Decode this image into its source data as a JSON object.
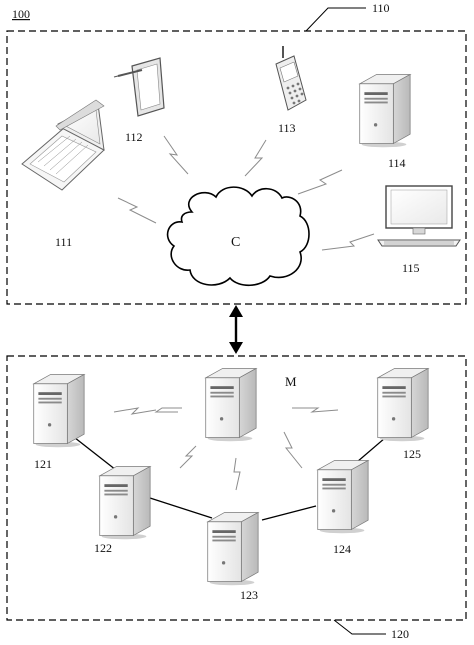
{
  "figure_label": "100",
  "groups": {
    "top": {
      "callout": "110"
    },
    "bottom": {
      "callout": "120"
    }
  },
  "cloud": {
    "label": "C"
  },
  "terminals": {
    "laptop": {
      "label": "111",
      "icon": "laptop-icon"
    },
    "tablet": {
      "label": "112",
      "icon": "tablet-icon"
    },
    "phone": {
      "label": "113",
      "icon": "mobile-phone-icon"
    },
    "server": {
      "label": "114",
      "icon": "server-icon"
    },
    "desktop": {
      "label": "115",
      "icon": "desktop-computer-icon"
    }
  },
  "servers": {
    "s121": {
      "label": "121"
    },
    "s122": {
      "label": "122"
    },
    "s123": {
      "label": "123"
    },
    "s124": {
      "label": "124"
    },
    "s125": {
      "label": "125"
    },
    "master": {
      "label": "M"
    }
  },
  "colors": {
    "stroke": "#000000",
    "wireless": "#999999",
    "server_light": "#f4f4f4",
    "server_mid": "#e2e2e2",
    "server_dark": "#c8c8c8"
  }
}
